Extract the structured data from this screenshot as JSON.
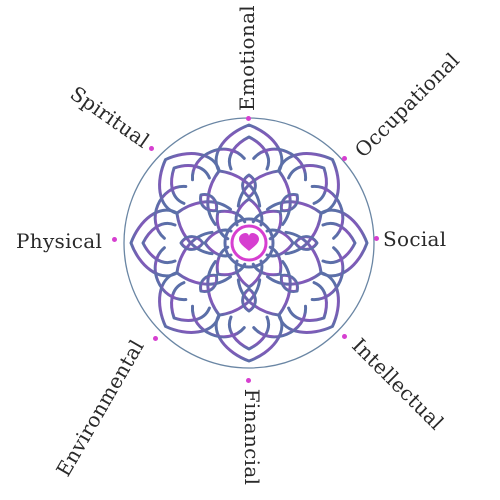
{
  "colors": {
    "ring": "#6a86a4",
    "petal_outer": "#5b6fa8",
    "petal_inner": "#a448c4",
    "accent": "#d63fd0",
    "heart": "#d63fd0",
    "text": "#2a2a2a"
  },
  "center_icon": "heart-icon",
  "dimensions": [
    {
      "key": "emotional",
      "label": "Emotional"
    },
    {
      "key": "occupational",
      "label": "Occupational"
    },
    {
      "key": "social",
      "label": "Social"
    },
    {
      "key": "intellectual",
      "label": "Intellectual"
    },
    {
      "key": "financial",
      "label": "Financial"
    },
    {
      "key": "environmental",
      "label": "Environmental"
    },
    {
      "key": "physical",
      "label": "Physical"
    },
    {
      "key": "spiritual",
      "label": "Spiritual"
    }
  ]
}
